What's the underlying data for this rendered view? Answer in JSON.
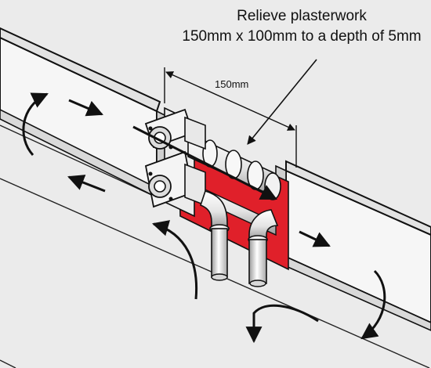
{
  "callout": {
    "line1": "Relieve plasterwork",
    "line2": "150mm x 100mm to a depth of 5mm"
  },
  "dimension": {
    "label": "150mm"
  },
  "colors": {
    "background": "#ebebeb",
    "trunking_face": "#f4f4f4",
    "trunking_shadow": "#d6d6d6",
    "relieved_area": "#e0202a",
    "pipe": "#f2f2f2",
    "outline": "#111111"
  }
}
